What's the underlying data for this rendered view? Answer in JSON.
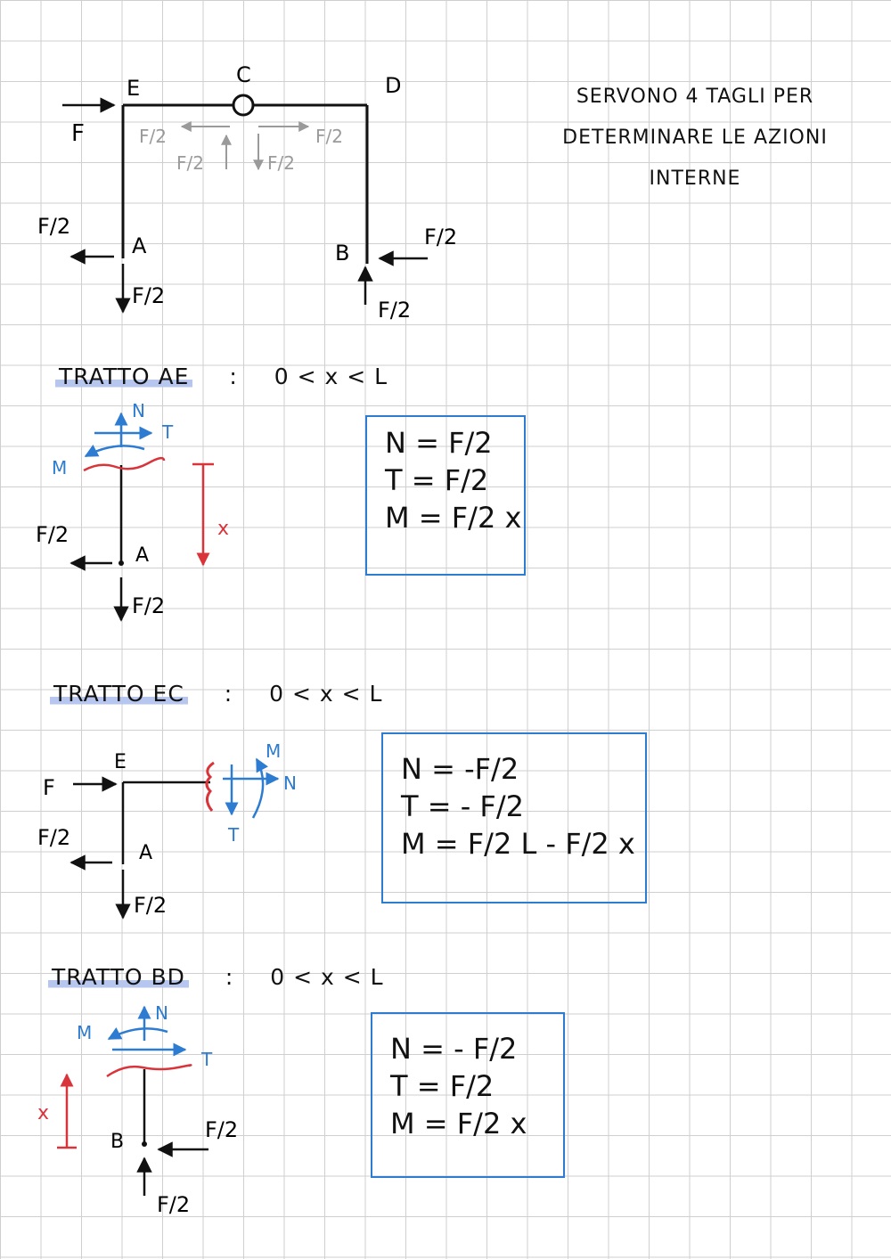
{
  "note": [
    "SERVONO 4 TAGLI PER",
    "DETERMINARE LE AZIONI",
    "INTERNE"
  ],
  "diagram": {
    "labels": {
      "C": "C",
      "E": "E",
      "D": "D",
      "A": "A",
      "B": "B",
      "F": "F",
      "F2": "F/2",
      "N": "N",
      "T": "T",
      "M": "M",
      "x": "x"
    }
  },
  "sections": [
    {
      "name": "TRATTO AE",
      "separator": ":",
      "range": "0 < x < L",
      "equations": [
        "N = F/2",
        "T = F/2",
        "M = F/2 x"
      ]
    },
    {
      "name": "TRATTO EC",
      "separator": ":",
      "range": "0 < x < L",
      "equations": [
        "N = -F/2",
        "T = - F/2",
        "M = F/2 L - F/2 x"
      ]
    },
    {
      "name": "TRATTO BD",
      "separator": ":",
      "range": "0 < x < L",
      "equations": [
        "N = - F/2",
        "T = F/2",
        "M = F/2 x"
      ]
    }
  ],
  "colors": {
    "black": "#111111",
    "blue": "#2d7cd1",
    "red": "#d9343a",
    "gray": "#9a9a9a",
    "highlight": "#b7c6ee"
  }
}
